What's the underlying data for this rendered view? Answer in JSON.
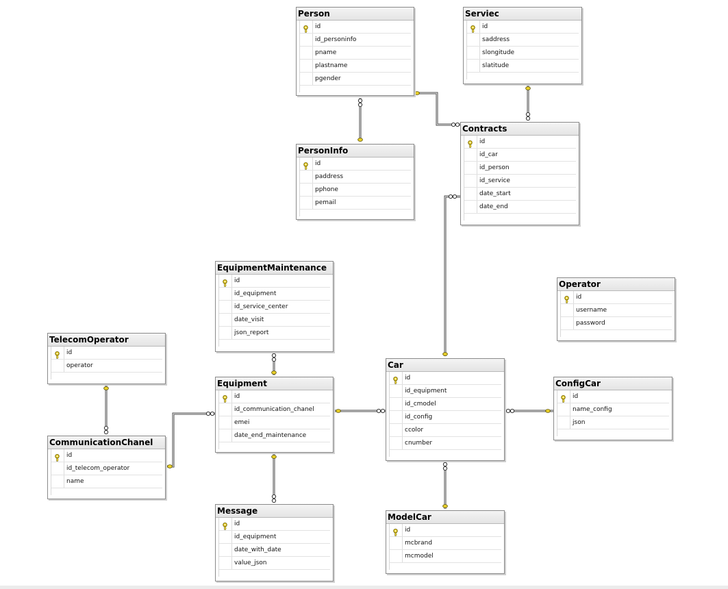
{
  "colors": {
    "key_yellow": "#e8cf2a",
    "line": "#555555",
    "header": "#e6e6e6"
  },
  "icon_names": {
    "primary_key": "key-icon"
  },
  "tables": {
    "person": {
      "title": "Person",
      "columns": [
        "id",
        "id_personinfo",
        "pname",
        "plastname",
        "pgender"
      ],
      "key": "id"
    },
    "serviec": {
      "title": "Serviec",
      "columns": [
        "id",
        "saddress",
        "slongitude",
        "slatitude"
      ],
      "key": "id"
    },
    "contracts": {
      "title": "Contracts",
      "columns": [
        "id",
        "id_car",
        "id_person",
        "id_service",
        "date_start",
        "date_end"
      ],
      "key": "id"
    },
    "personinfo": {
      "title": "PersonInfo",
      "columns": [
        "id",
        "paddress",
        "pphone",
        "pemail"
      ],
      "key": "id"
    },
    "equipmentmaintenance": {
      "title": "EquipmentMaintenance",
      "columns": [
        "id",
        "id_equipment",
        "id_service_center",
        "date_visit",
        "json_report"
      ],
      "key": "id"
    },
    "operator": {
      "title": "Operator",
      "columns": [
        "id",
        "username",
        "password"
      ],
      "key": "id"
    },
    "telecomoperator": {
      "title": "TelecomOperator",
      "columns": [
        "id",
        "operator"
      ],
      "key": "id"
    },
    "equipment": {
      "title": "Equipment",
      "columns": [
        "id",
        "id_communication_chanel",
        "emei",
        "date_end_maintenance"
      ],
      "key": "id"
    },
    "car": {
      "title": "Car",
      "columns": [
        "id",
        "id_equipment",
        "id_cmodel",
        "id_config",
        "ccolor",
        "cnumber"
      ],
      "key": "id"
    },
    "configcar": {
      "title": "ConfigCar",
      "columns": [
        "id",
        "name_config",
        "json"
      ],
      "key": "id"
    },
    "communicationchanel": {
      "title": "CommunicationChanel",
      "columns": [
        "id",
        "id_telecom_operator",
        "name"
      ],
      "key": "id"
    },
    "message": {
      "title": "Message",
      "columns": [
        "id",
        "id_equipment",
        "date_with_date",
        "value_json"
      ],
      "key": "id"
    },
    "modelcar": {
      "title": "ModelCar",
      "columns": [
        "id",
        "mcbrand",
        "mcmodel"
      ],
      "key": "id"
    }
  }
}
